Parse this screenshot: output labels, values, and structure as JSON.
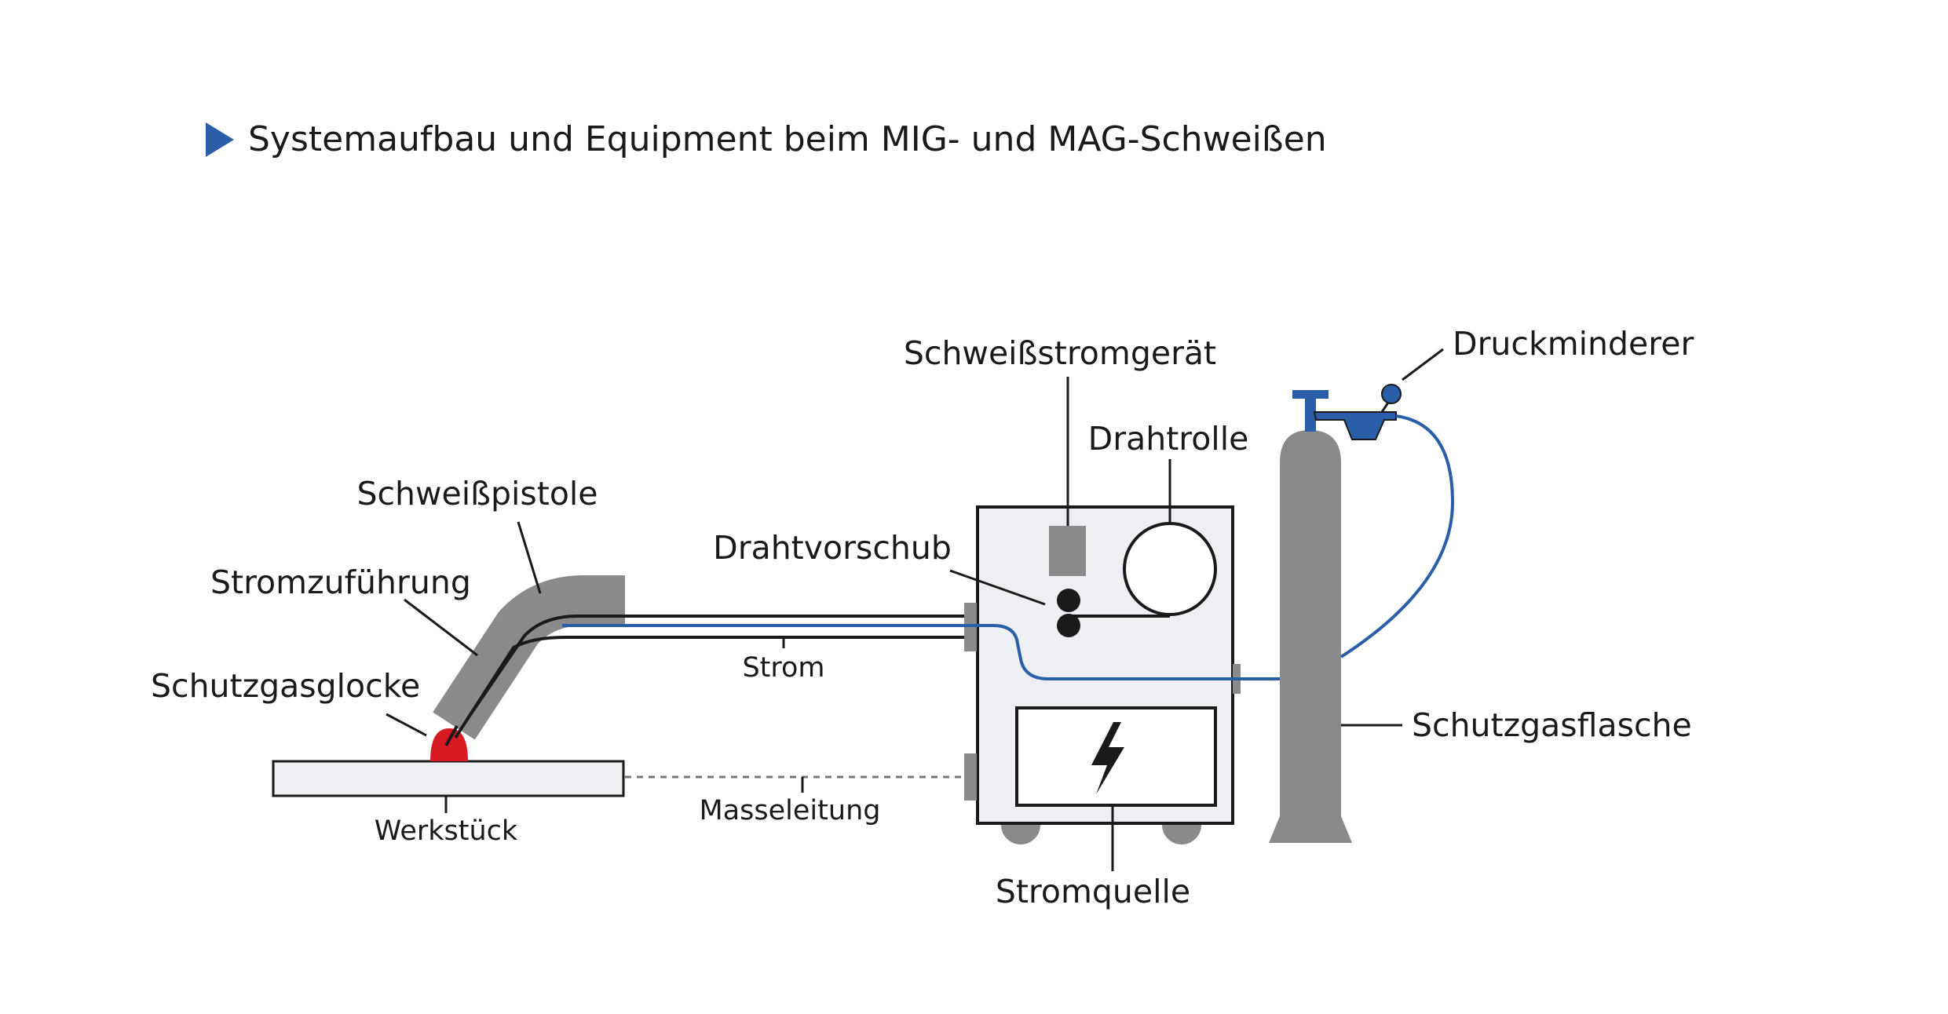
{
  "title": "Systemaufbau und Equipment beim MIG- und MAG-Schweißen",
  "labels": {
    "schweissstromgeraet": "Schweißstromgerät",
    "druckminderer": "Druckminderer",
    "drahtrolle": "Drahtrolle",
    "schweisspistole": "Schweißpistole",
    "drahtvorschub": "Drahtvorschub",
    "stromzufuehrung": "Stromzuführung",
    "strom": "Strom",
    "schutzgasglocke": "Schutzgasglocke",
    "schutzgasflasche": "Schutzgasflasche",
    "werkstueck": "Werkstück",
    "masseleitung": "Masseleitung",
    "stromquelle": "Stromquelle"
  },
  "colors": {
    "accent_blue": "#2a5ea8",
    "gray": "#8a8a8a",
    "panel": "#eeeff3",
    "red": "#d71921",
    "dark": "#1a1a1a"
  },
  "icons": {
    "title_marker": "triangle-right-icon",
    "power_symbol": "lightning-bolt-icon"
  }
}
